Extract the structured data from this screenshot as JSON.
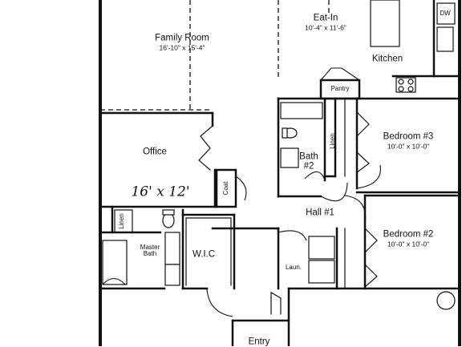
{
  "rooms": {
    "family_room": {
      "name": "Family Room",
      "dims": "16'-10\" x 15'-4\""
    },
    "eat_in": {
      "name": "Eat-In",
      "dims": "10'-4\" x 11'-6\""
    },
    "kitchen": {
      "name": "Kitchen"
    },
    "dw": {
      "name": "DW"
    },
    "pantry": {
      "name": "Pantry"
    },
    "bedroom3": {
      "name": "Bedroom #3",
      "dims": "10'-0\" x 10'-0\""
    },
    "bedroom2": {
      "name": "Bedroom #2",
      "dims": "10'-0\" x 10'-0\""
    },
    "bath2": {
      "name": "Bath",
      "number": "#2"
    },
    "linen_upper": {
      "name": "Linen"
    },
    "linen_lower": {
      "name": "Linen"
    },
    "office": {
      "name": "Office",
      "handwritten_note": "16' x 12'"
    },
    "coat": {
      "name": "Coat"
    },
    "hall1": {
      "name": "Hall #1"
    },
    "master_bath": {
      "name": "Master",
      "name2": "Bath"
    },
    "wic": {
      "name": "W.I.C"
    },
    "laundry": {
      "name": "Laun."
    },
    "entry": {
      "name": "Entry"
    }
  }
}
